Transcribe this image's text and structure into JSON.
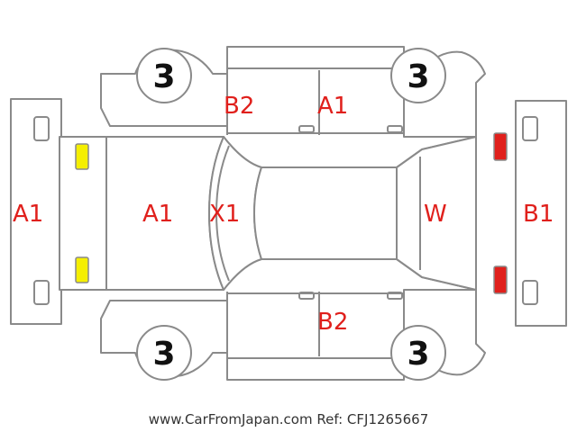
{
  "tires": {
    "front_left": "3",
    "front_right": "3",
    "rear_left": "3",
    "rear_right": "3"
  },
  "labels": {
    "front_bumper": "A1",
    "hood": "A1",
    "front_windshield": "X1",
    "rear_window": "W",
    "rear_bumper": "B1",
    "left_front_door": "B2",
    "left_rear_door": "A1",
    "right_front_door": "B2"
  },
  "lamps": {
    "front_color": "#f5ef00",
    "rear_color": "#e0201c"
  },
  "colors": {
    "code_text": "#e0201c",
    "outline": "#8a8a8a"
  },
  "footer": {
    "site": "www.CarFromJapan.com",
    "ref": "Ref: CFJ1265667"
  }
}
